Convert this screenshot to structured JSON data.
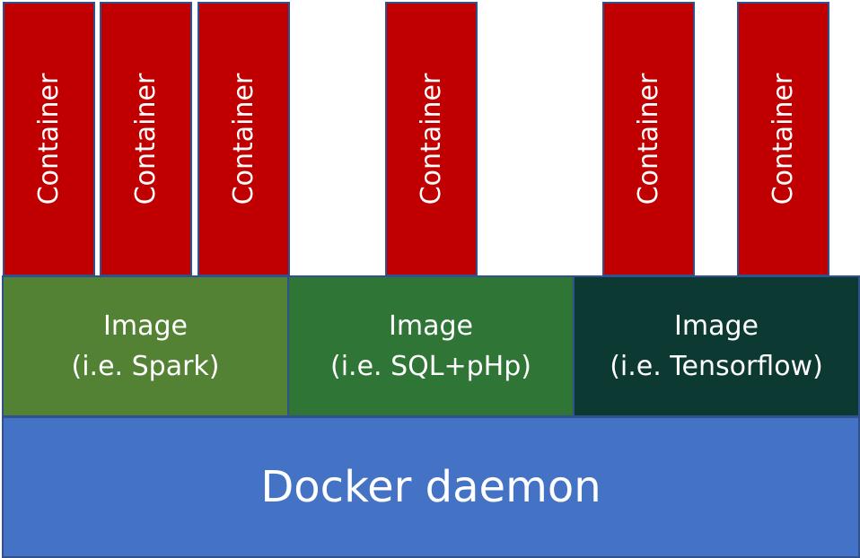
{
  "containers": [
    {
      "label": "Container"
    },
    {
      "label": "Container"
    },
    {
      "label": "Container"
    },
    {
      "label": "Container"
    },
    {
      "label": "Container"
    },
    {
      "label": "Container"
    }
  ],
  "images": [
    {
      "title": "Image",
      "subtitle": "(i.e. Spark)",
      "color": "#548235"
    },
    {
      "title": "Image",
      "subtitle": "(i.e. SQL+pHp)",
      "color": "#2e7536"
    },
    {
      "title": "Image",
      "subtitle": "(i.e. Tensorflow)",
      "color": "#0c3a33"
    }
  ],
  "daemon": {
    "label": "Docker daemon",
    "color": "#4472c4"
  },
  "colors": {
    "container": "#c00000",
    "border": "#2f528f",
    "text": "#ffffff"
  }
}
